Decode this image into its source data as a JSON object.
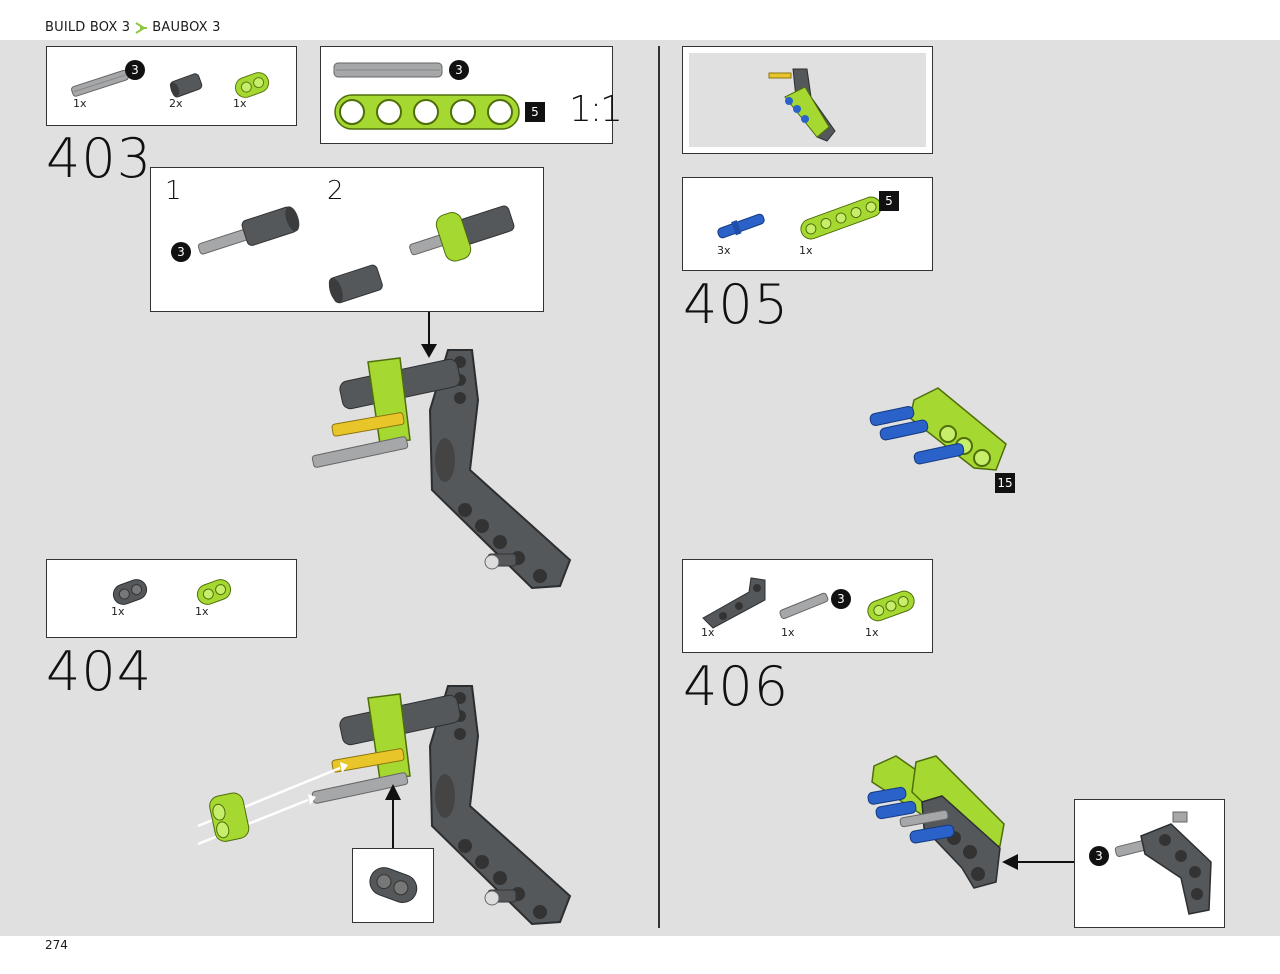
{
  "header": {
    "left": "BUILD BOX 3",
    "right": "BAUBOX 3"
  },
  "page_number": "274",
  "steps": {
    "s403": {
      "number": "403",
      "parts": [
        {
          "qty": "1x",
          "badge": "3"
        },
        {
          "qty": "2x"
        },
        {
          "qty": "1x"
        }
      ],
      "ref": {
        "axle_badge": "3",
        "beam_badge": "5",
        "scale": "1:1"
      },
      "sub": {
        "one": "1",
        "two": "2",
        "badge": "3"
      }
    },
    "s404": {
      "number": "404",
      "parts": [
        {
          "qty": "1x"
        },
        {
          "qty": "1x"
        }
      ]
    },
    "s405": {
      "number": "405",
      "parts": [
        {
          "qty": "3x"
        },
        {
          "qty": "1x",
          "badge": "5"
        }
      ],
      "callout_badge": "15"
    },
    "s406": {
      "number": "406",
      "parts": [
        {
          "qty": "1x"
        },
        {
          "qty": "1x",
          "badge": "3"
        },
        {
          "qty": "1x"
        }
      ],
      "callout_badge": "3"
    }
  },
  "colors": {
    "lime": "#a6d832",
    "dark_grey": "#55585b",
    "light_grey": "#a5a7a9",
    "blue": "#2a62c9",
    "yellow": "#e8c62a",
    "accent_chevron": "#8cc63f"
  },
  "icons": [
    "chevron-right-icon",
    "arrow-down-icon",
    "arrow-left-icon",
    "arrow-up-icon"
  ]
}
